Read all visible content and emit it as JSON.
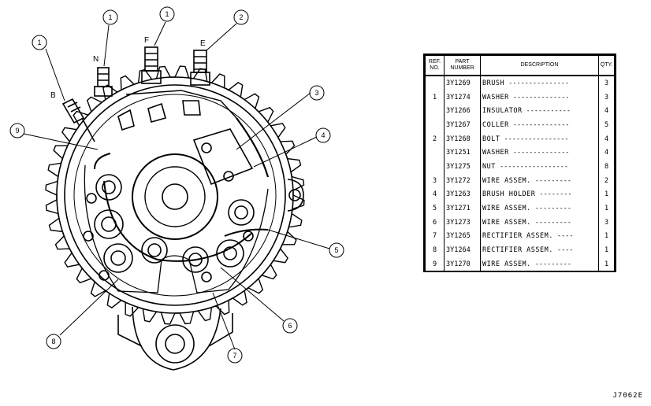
{
  "terminals": {
    "b": "B",
    "n": "N",
    "f": "F",
    "e": "E"
  },
  "callouts": [
    "1",
    "1",
    "1",
    "2",
    "3",
    "4",
    "5",
    "6",
    "7",
    "8",
    "9"
  ],
  "table": {
    "headers": {
      "ref_line1": "REF.",
      "ref_line2": "NO.",
      "part_line1": "PART",
      "part_line2": "NUMBER",
      "desc": "DESCRIPTION",
      "qty": "QTY."
    },
    "rows": [
      {
        "ref": "",
        "part": "3Y1269",
        "desc": "BRUSH",
        "qty": "3"
      },
      {
        "ref": "1",
        "part": "3Y1274",
        "desc": "WASHER",
        "qty": "3"
      },
      {
        "ref": "",
        "part": "3Y1266",
        "desc": "INSULATOR",
        "qty": "4"
      },
      {
        "ref": "",
        "part": "3Y1267",
        "desc": "COLLER",
        "qty": "5"
      },
      {
        "ref": "2",
        "part": "3Y1268",
        "desc": "BOLT",
        "qty": "4"
      },
      {
        "ref": "",
        "part": "3Y1251",
        "desc": "WASHER",
        "qty": "4"
      },
      {
        "ref": "",
        "part": "3Y1275",
        "desc": "NUT",
        "qty": "8"
      },
      {
        "ref": "3",
        "part": "3Y1272",
        "desc": "WIRE ASSEM.",
        "qty": "2"
      },
      {
        "ref": "4",
        "part": "3Y1263",
        "desc": "BRUSH HOLDER",
        "qty": "1"
      },
      {
        "ref": "5",
        "part": "3Y1271",
        "desc": "WIRE ASSEM.",
        "qty": "1"
      },
      {
        "ref": "6",
        "part": "3Y1273",
        "desc": "WIRE ASSEM.",
        "qty": "3"
      },
      {
        "ref": "7",
        "part": "3Y1265",
        "desc": "RECTIFIER ASSEM.",
        "qty": "1"
      },
      {
        "ref": "8",
        "part": "3Y1264",
        "desc": "RECTIFIER ASSEM.",
        "qty": "1"
      },
      {
        "ref": "9",
        "part": "3Y1270",
        "desc": "WIRE ASSEM.",
        "qty": "1"
      }
    ]
  },
  "figure_code": "J7062E"
}
